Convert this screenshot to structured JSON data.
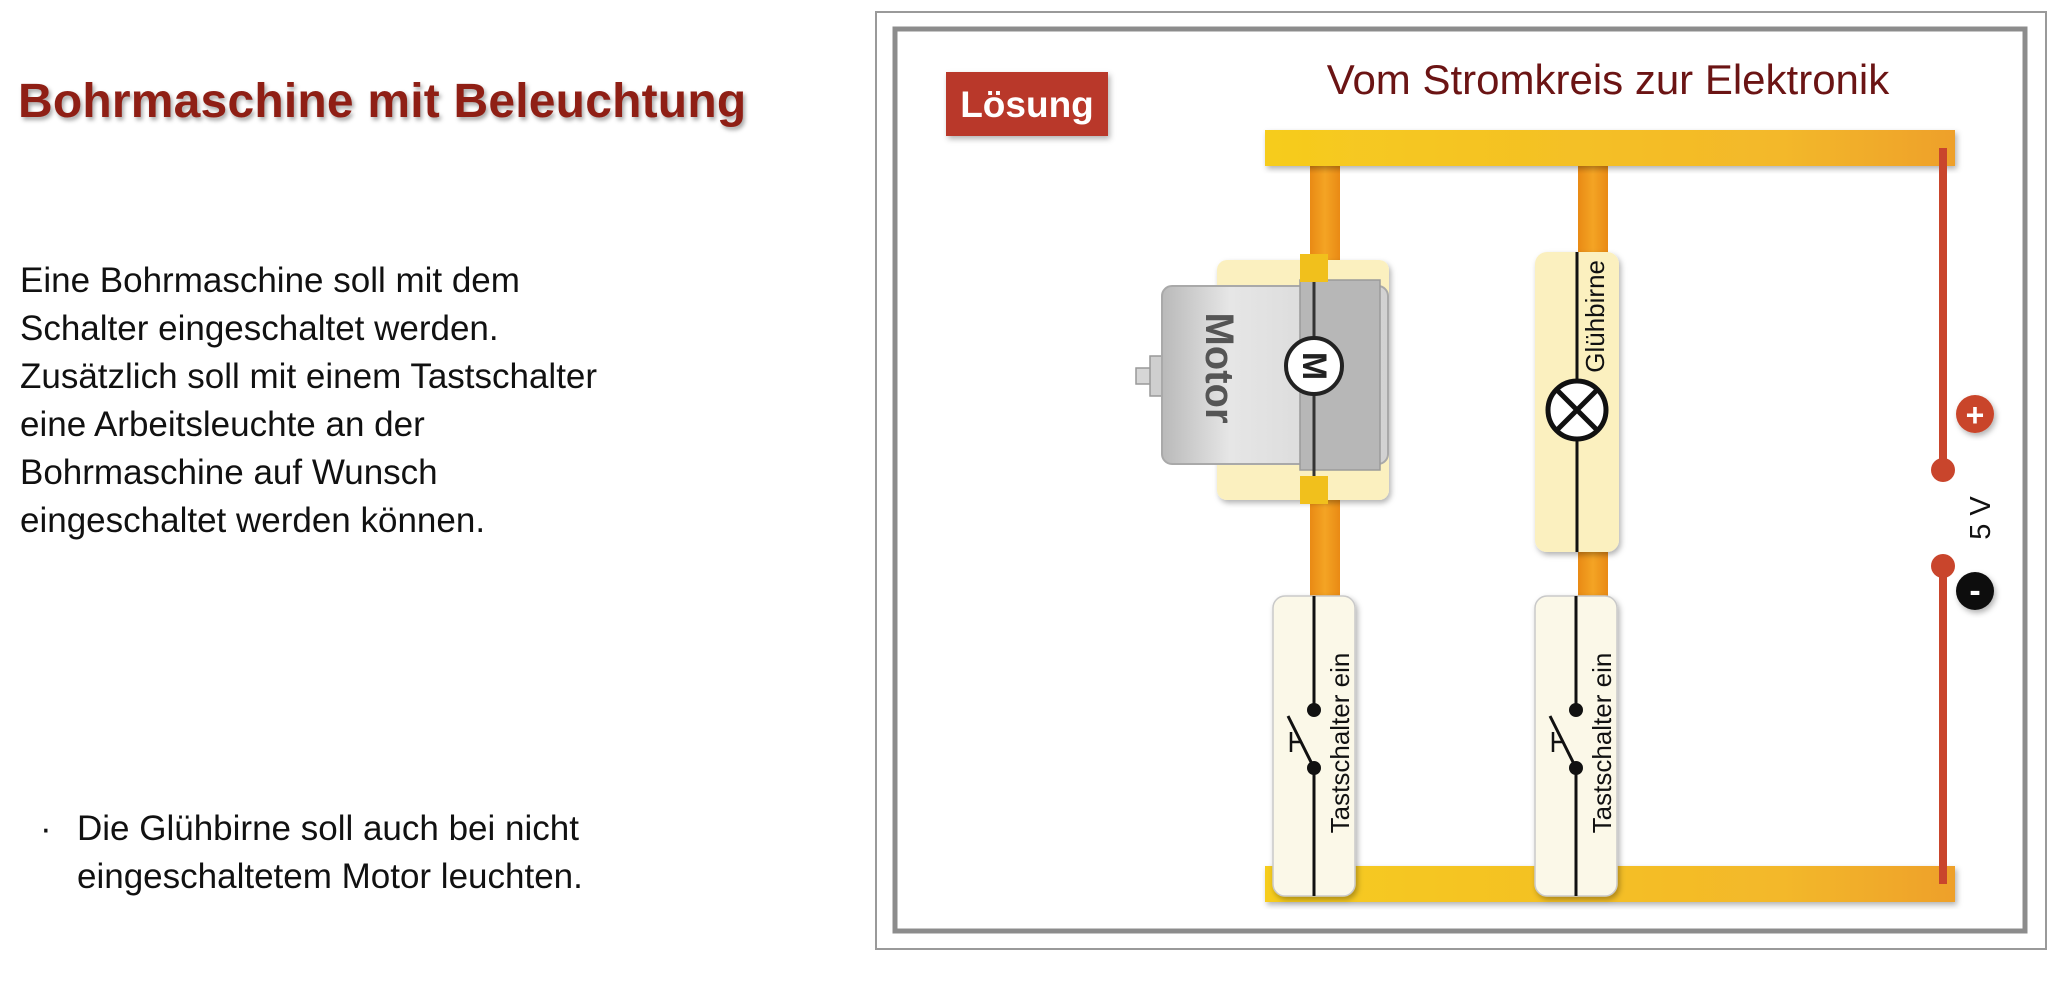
{
  "page": {
    "title": "Bohrmaschine mit Beleuchtung",
    "description": [
      "Eine Bohrmaschine soll mit dem",
      "Schalter eingeschaltet werden.",
      "Zusätzlich soll mit einem Tastschalter",
      "eine Arbeitsleuchte an der",
      "Bohrmaschine auf Wunsch",
      "eingeschaltet werden können."
    ],
    "hints": [
      {
        "bullet": "·",
        "lines": [
          "Die Glühbirne soll auch bei nicht",
          "eingeschaltetem Motor leuchten."
        ]
      }
    ]
  },
  "diagram": {
    "badge": "Lösung",
    "title": "Vom Stromkreis zur Elektronik",
    "components": {
      "motor": {
        "label": "Motor",
        "symbol": "M"
      },
      "lamp": {
        "label": "Glühbirne"
      },
      "switch_left": {
        "label": "Tastschalter ein"
      },
      "switch_right": {
        "label": "Tastschalter ein"
      }
    },
    "source": {
      "voltage": "5 V",
      "plus": "+",
      "minus": "-"
    }
  },
  "colors": {
    "title": "#8f1f15",
    "badge": "#b9392c",
    "wire": "#f0a21c",
    "rail": "#f4c21c",
    "source_terminal": "#c9452c"
  }
}
